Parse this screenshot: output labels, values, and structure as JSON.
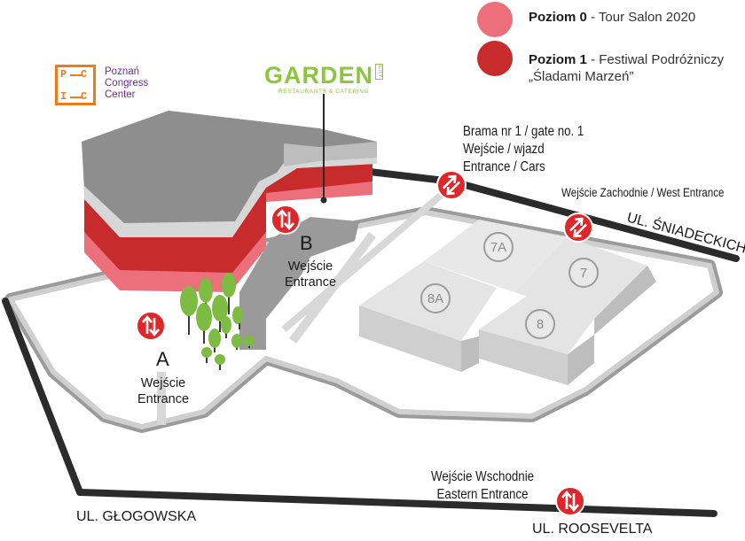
{
  "legend": {
    "level0": {
      "label": "Poziom 0",
      "desc": " - Tour Salon 2020",
      "color": "#ec6f7c"
    },
    "level1": {
      "label": "Poziom 1",
      "desc": " - Festiwal Podróżniczy",
      "desc2": "„Śladami Marzeń”",
      "color": "#c72b2b"
    }
  },
  "logos": {
    "pcc": {
      "letters": [
        "P",
        "C",
        "I",
        "C"
      ],
      "line1": "Poznań",
      "line2": "Congress",
      "line3": "Center",
      "icon": "pcc-logo"
    },
    "garden": {
      "word": "GARDEN",
      "city": "CITY",
      "subtitle": "RESTAURANTS & CATERING",
      "icon": "garden-city-logo"
    }
  },
  "gates": {
    "gate1": [
      "Brama nr 1 / gate no. 1",
      "Wejście / wjazd",
      "Entrance / Cars"
    ],
    "west": "Wejście Zachodnie / West Entrance",
    "east": [
      "Wejście Wschodnie",
      "Eastern Entrance"
    ]
  },
  "entrances": {
    "a": {
      "letter": "A",
      "pl": "Wejście",
      "en": "Entrance"
    },
    "b": {
      "letter": "B",
      "pl": "Wejście",
      "en": "Entrance"
    }
  },
  "streets": {
    "sniadeckich": "UL. ŚNIADECKICH",
    "glogowska": "UL. GŁOGOWSKA",
    "roosevelta": "UL. ROOSEVELTA"
  },
  "halls": [
    "7A",
    "7",
    "8A",
    "8"
  ],
  "colors": {
    "building_roof": "#9a9a9a",
    "building_light": "#d7d7d7",
    "level0": "#ec6f7c",
    "level1": "#c72b2b",
    "halls": "#e4e4e4",
    "road": "#2b2b2b",
    "entrance_icon": "#e0262b",
    "tree": "#7dbb42"
  }
}
